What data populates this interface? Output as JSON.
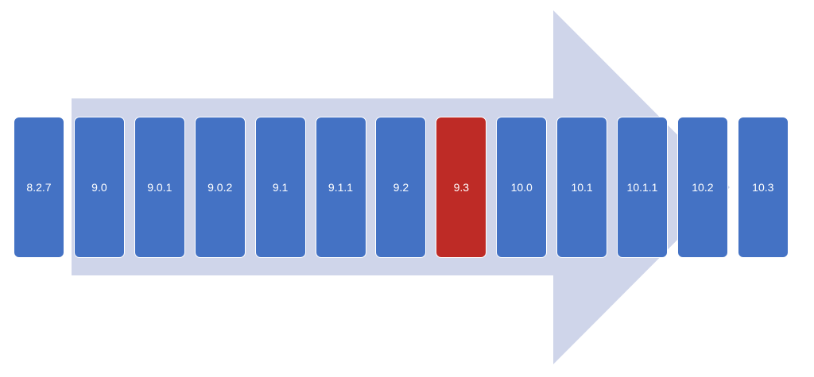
{
  "colors": {
    "arrow": "#cfd5ea",
    "box_default": "#4472c4",
    "box_highlight": "#be2b26",
    "box_text": "#ffffff"
  },
  "versions": [
    {
      "label": "8.2.7",
      "highlighted": false
    },
    {
      "label": "9.0",
      "highlighted": false
    },
    {
      "label": "9.0.1",
      "highlighted": false
    },
    {
      "label": "9.0.2",
      "highlighted": false
    },
    {
      "label": "9.1",
      "highlighted": false
    },
    {
      "label": "9.1.1",
      "highlighted": false
    },
    {
      "label": "9.2",
      "highlighted": false
    },
    {
      "label": "9.3",
      "highlighted": true
    },
    {
      "label": "10.0",
      "highlighted": false
    },
    {
      "label": "10.1",
      "highlighted": false
    },
    {
      "label": "10.1.1",
      "highlighted": false
    },
    {
      "label": "10.2",
      "highlighted": false
    },
    {
      "label": "10.3",
      "highlighted": false
    }
  ]
}
